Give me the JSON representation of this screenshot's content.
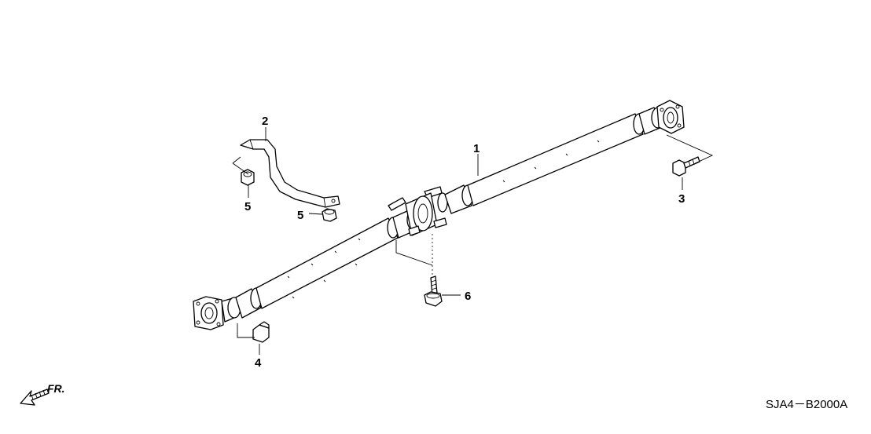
{
  "callouts": {
    "part_1": "1",
    "part_2": "2",
    "part_3": "3",
    "part_4": "4",
    "part_5a": "5",
    "part_5b": "5",
    "part_6": "6"
  },
  "direction_label": "FR.",
  "diagram_code": "SJA4－B2000A"
}
